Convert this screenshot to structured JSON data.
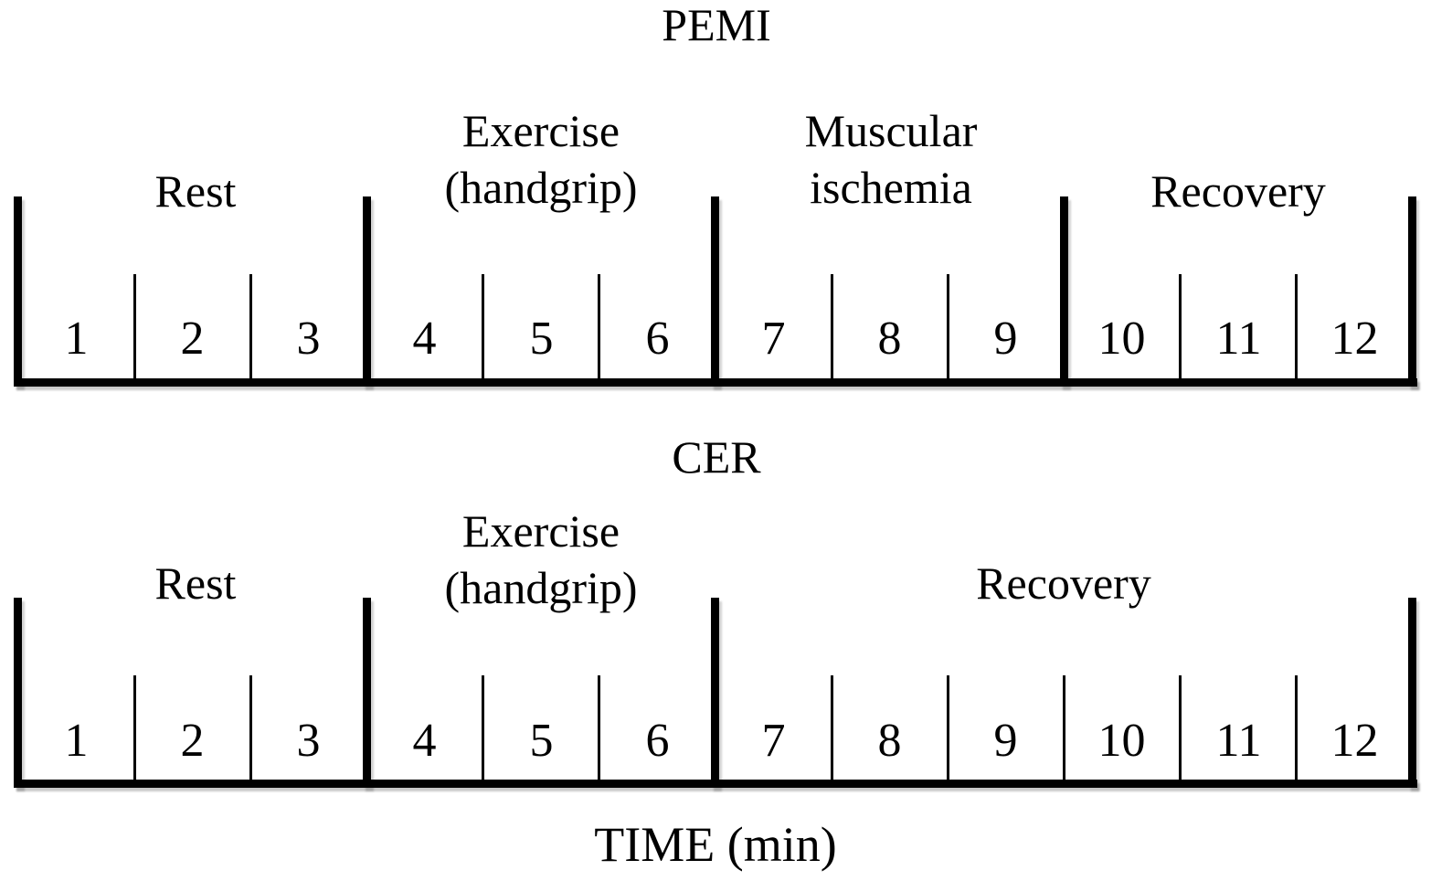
{
  "figure": {
    "background_color": "#ffffff",
    "line_color": "#000000",
    "time_axis_label": "TIME (min)"
  },
  "timelines": [
    {
      "title": "PEMI",
      "minutes": [
        "1",
        "2",
        "3",
        "4",
        "5",
        "6",
        "7",
        "8",
        "9",
        "10",
        "11",
        "12"
      ],
      "phases": [
        {
          "label_lines": [
            "Rest"
          ],
          "start_minute": 1,
          "end_minute": 3
        },
        {
          "label_lines": [
            "Exercise",
            "(handgrip)"
          ],
          "start_minute": 4,
          "end_minute": 6
        },
        {
          "label_lines": [
            "Muscular",
            "ischemia"
          ],
          "start_minute": 7,
          "end_minute": 9
        },
        {
          "label_lines": [
            "Recovery"
          ],
          "start_minute": 10,
          "end_minute": 12
        }
      ]
    },
    {
      "title": "CER",
      "minutes": [
        "1",
        "2",
        "3",
        "4",
        "5",
        "6",
        "7",
        "8",
        "9",
        "10",
        "11",
        "12"
      ],
      "phases": [
        {
          "label_lines": [
            "Rest"
          ],
          "start_minute": 1,
          "end_minute": 3
        },
        {
          "label_lines": [
            "Exercise",
            "(handgrip)"
          ],
          "start_minute": 4,
          "end_minute": 6
        },
        {
          "label_lines": [
            "Recovery"
          ],
          "start_minute": 7,
          "end_minute": 12
        }
      ]
    }
  ]
}
